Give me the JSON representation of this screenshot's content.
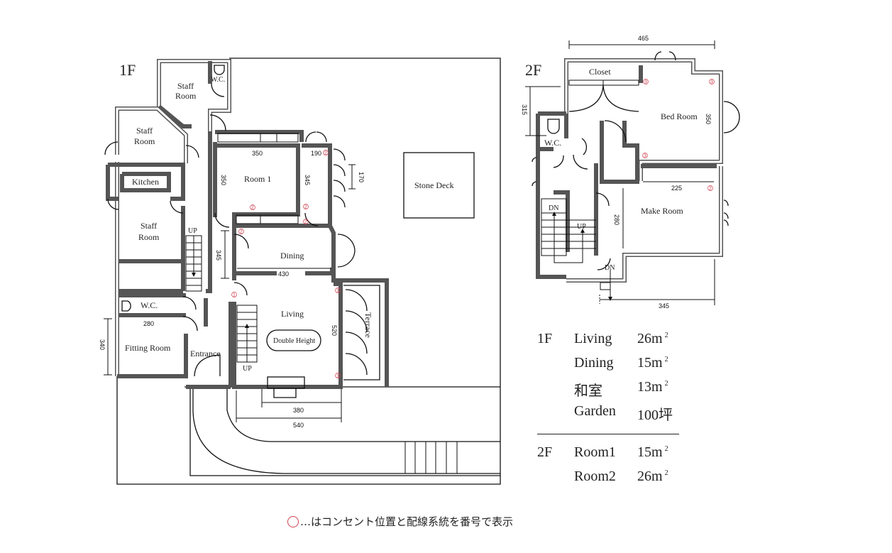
{
  "floor1": {
    "label": "1F",
    "rooms": {
      "staff_room_top": "Staff\nRoom",
      "staff_room_top_l1": "Staff",
      "staff_room_top_l2": "Room",
      "wc_top": "W.C.",
      "staff_room_mid_l1": "Staff",
      "staff_room_mid_l2": "Room",
      "kitchen": "Kitchen",
      "staff_room_low_l1": "Staff",
      "staff_room_low_l2": "Room",
      "wc": "W.C.",
      "fitting_room": "Fitting Room",
      "entrance": "Entrance",
      "room1": "Room 1",
      "dining": "Dining",
      "living": "Living",
      "double_height": "Double Height",
      "terrace": "Terrace",
      "stone_deck": "Stone Deck"
    },
    "stairs_label": "UP",
    "stairs_label_2": "UP",
    "dimensions": {
      "room1_width": "350",
      "room1_depth": "350",
      "closet_width": "190",
      "hall_depth": "345",
      "window_width": "170",
      "dining_depth": "345",
      "dining_width": "430",
      "living_depth": "520",
      "wc_width": "280",
      "fitting_depth": "340",
      "porch_width": "380",
      "front_width": "540"
    },
    "outlets": [
      "2",
      "2",
      "2",
      "2",
      "2",
      "1",
      "1",
      "1"
    ]
  },
  "floor2": {
    "label": "2F",
    "rooms": {
      "closet": "Closet",
      "bed_room": "Bed Room",
      "wc": "W.C.",
      "make_room": "Make Room"
    },
    "stairs": {
      "dn": "DN",
      "up": "UP",
      "dn2": "DN"
    },
    "dimensions": {
      "total_width": "465",
      "wc_depth": "315",
      "bed_depth": "350",
      "make_width": "225",
      "make_depth": "280",
      "bottom_width": "345"
    },
    "outlets": [
      "3",
      "3",
      "3",
      "2"
    ]
  },
  "area_table": {
    "rows": [
      {
        "floor": "1F",
        "room": "Living",
        "value": "26m",
        "sup": "2"
      },
      {
        "floor": "",
        "room": "Dining",
        "value": "15m",
        "sup": "2"
      },
      {
        "floor": "",
        "room": "和室",
        "value": "13m",
        "sup": "2"
      },
      {
        "floor": "",
        "room": "Garden",
        "value": "100坪",
        "sup": ""
      },
      {
        "floor": "2F",
        "room": "Room1",
        "value": "15m",
        "sup": "2"
      },
      {
        "floor": "",
        "room": "Room2",
        "value": "26m",
        "sup": "2"
      }
    ]
  },
  "legend": {
    "text": "…はコンセント位置と配線系統を番号で表示",
    "outlet_color": "#d04050"
  }
}
